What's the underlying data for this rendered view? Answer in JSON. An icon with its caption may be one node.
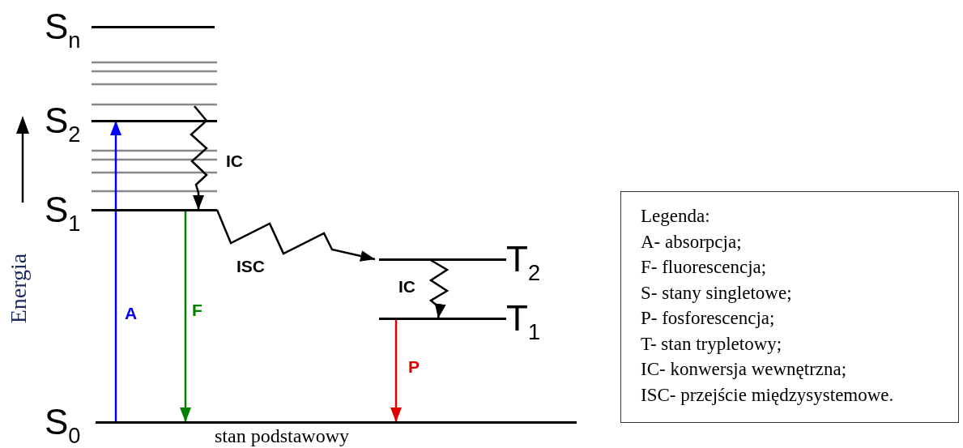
{
  "diagram": {
    "nodes": [
      {
        "text": [
          "S$_{n}$"
        ]
      },
      {
        "text": [
          "S$_{2}$"
        ]
      },
      {
        "text": [
          "S$_{1}$"
        ]
      },
      {
        "text": [
          "S$_{0}$"
        ],
        "beside": [
          "stan podstawowy"
        ]
      },
      {
        "text": [
          "T$_{2}$"
        ]
      },
      {
        "text": [
          "T$_{1}$"
        ]
      },
      {
        "text": [
          "Legenda:",
          "A- absorpcja;",
          "F- fluorescencja;",
          "S- stany singletowe;",
          "P- fosforescencja;",
          "T- stan trypletowy;",
          "IC- konwersja wewnętrzna;",
          "ISC- przejście międzysystemowe."
        ]
      }
    ],
    "edges": [
      {
        "from": 3,
        "to": 1,
        "arrow": "to",
        "label": "A",
        "color": "#0000ff"
      },
      {
        "from": 2,
        "to": 3,
        "arrow": "to",
        "label": "F",
        "color": "#008000"
      },
      {
        "from": 1,
        "to": 2,
        "arrow": "to",
        "label": "IC"
      },
      {
        "from": 2,
        "to": 4,
        "arrow": "to",
        "label": "ISC"
      },
      {
        "from": 4,
        "to": 5,
        "arrow": "to",
        "label": "IC"
      },
      {
        "from": 5,
        "to": 3,
        "arrow": "to",
        "label": "P",
        "color": "#e00000"
      }
    ],
    "labels": [
      "Energia"
    ]
  }
}
